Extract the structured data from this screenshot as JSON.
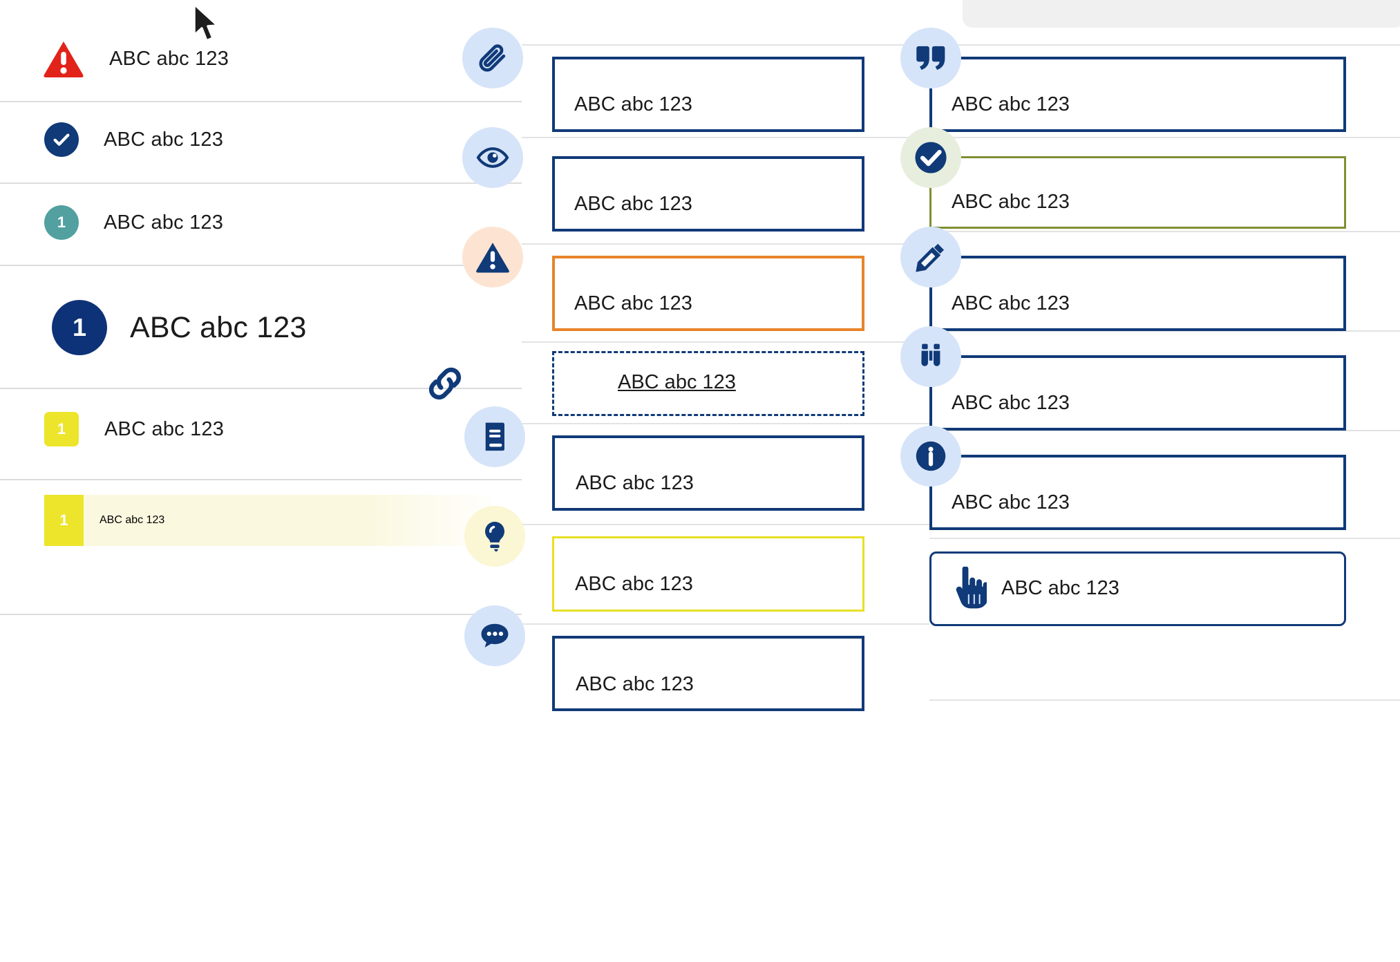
{
  "palette": {
    "navy": "#103a78",
    "navy_deep": "#0e3277",
    "red": "#e2231a",
    "teal": "#52a0a0",
    "yellow": "#ece52b",
    "yellow_border": "#e8e024",
    "yellow_bg": "#fbf8e0",
    "orange": "#e8842b",
    "olive": "#7f8f33",
    "icon_blue_bg": "#d6e4f9",
    "icon_peach_bg": "#fde4d2",
    "icon_green_bg": "#e7eedd",
    "icon_yellow_bg": "#fbf6d4",
    "divider": "#dcdcdc",
    "text": "#1b1b1b"
  },
  "sample_text": "ABC abc 123",
  "left_list": {
    "items": [
      {
        "id": "error",
        "icon": "warning-triangle-icon",
        "badge_type": "triangle",
        "badge_text": "",
        "label": "ABC abc 123",
        "size": "normal"
      },
      {
        "id": "success",
        "icon": "check-circle-icon",
        "badge_type": "circle",
        "badge_text": "",
        "label": "ABC abc 123",
        "size": "normal"
      },
      {
        "id": "teal-num",
        "icon": "number-badge-icon",
        "badge_type": "circle",
        "badge_text": "1",
        "label": "ABC abc 123",
        "size": "normal"
      },
      {
        "id": "big-num",
        "icon": "number-badge-icon",
        "badge_type": "circle",
        "badge_text": "1",
        "label": "ABC abc 123",
        "size": "large"
      },
      {
        "id": "yellow-num",
        "icon": "number-badge-icon",
        "badge_type": "square",
        "badge_text": "1",
        "label": "ABC abc 123",
        "size": "normal"
      }
    ],
    "highlighted_row": {
      "id": "highlighted",
      "badge_text": "1",
      "label": "ABC abc 123",
      "icon": "number-badge-icon"
    }
  },
  "middle_column": {
    "cards": [
      {
        "id": "attachment",
        "icon": "paperclip-icon",
        "icon_bg": "blue",
        "border": "navy",
        "style": "solid",
        "label": "ABC abc 123",
        "label_inline": false
      },
      {
        "id": "visibility",
        "icon": "eye-icon",
        "icon_bg": "blue",
        "border": "navy",
        "style": "solid",
        "label": "ABC abc 123",
        "label_inline": false
      },
      {
        "id": "warning",
        "icon": "warning-triangle-icon",
        "icon_bg": "peach",
        "border": "orange",
        "style": "solid",
        "label": "ABC abc 123",
        "label_inline": false
      },
      {
        "id": "link",
        "icon": "chain-link-icon",
        "icon_bg": "none",
        "border": "navy",
        "style": "dashed",
        "label": "ABC abc 123",
        "label_inline": true
      },
      {
        "id": "reading",
        "icon": "book-icon",
        "icon_bg": "blue",
        "border": "navy",
        "style": "solid",
        "label": "ABC abc 123",
        "label_inline": false
      },
      {
        "id": "tip",
        "icon": "lightbulb-icon",
        "icon_bg": "yellow",
        "border": "yellow",
        "style": "solid",
        "label": "ABC abc 123",
        "label_inline": false
      },
      {
        "id": "comment",
        "icon": "speech-bubble-icon",
        "icon_bg": "blue",
        "border": "navy",
        "style": "solid",
        "label": "ABC abc 123",
        "label_inline": false
      }
    ]
  },
  "right_column": {
    "cards": [
      {
        "id": "quote",
        "icon": "quotation-mark-icon",
        "icon_bg": "blue",
        "border": "navy",
        "style": "solid",
        "label": "ABC abc 123",
        "label_inline": false
      },
      {
        "id": "confirmed",
        "icon": "check-circle-icon",
        "icon_bg": "green",
        "border": "olive",
        "style": "solid",
        "label": "ABC abc 123",
        "label_inline": false
      },
      {
        "id": "edit",
        "icon": "pencil-icon",
        "icon_bg": "blue",
        "border": "navy",
        "style": "solid",
        "label": "ABC abc 123",
        "label_inline": false
      },
      {
        "id": "explore",
        "icon": "binoculars-icon",
        "icon_bg": "blue",
        "border": "navy",
        "style": "solid",
        "label": "ABC abc 123",
        "label_inline": false
      },
      {
        "id": "info",
        "icon": "info-circle-icon",
        "icon_bg": "blue",
        "border": "navy",
        "style": "solid",
        "label": "ABC abc 123",
        "label_inline": false
      },
      {
        "id": "action",
        "icon": "pointing-hand-icon",
        "icon_bg": "none",
        "border": "navy",
        "style": "rounded",
        "label": "ABC abc 123",
        "label_inline": true
      }
    ]
  },
  "cursor": {
    "icon": "mouse-pointer-icon"
  }
}
